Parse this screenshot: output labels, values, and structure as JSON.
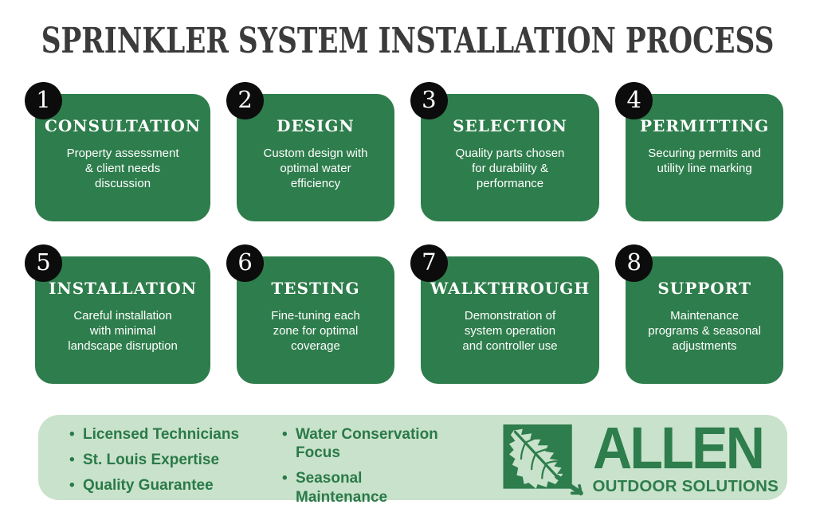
{
  "title": "SPRINKLER SYSTEM INSTALLATION PROCESS",
  "steps": [
    {
      "number": "1",
      "title": "CONSULTATION",
      "description": "Property assessment\n& client needs\ndiscussion"
    },
    {
      "number": "2",
      "title": "DESIGN",
      "description": "Custom design with\noptimal water\nefficiency"
    },
    {
      "number": "3",
      "title": "SELECTION",
      "description": "Quality parts chosen\nfor durability &\nperformance"
    },
    {
      "number": "4",
      "title": "PERMITTING",
      "description": "Securing permits and\nutility line marking"
    },
    {
      "number": "5",
      "title": "INSTALLATION",
      "description": "Careful installation\nwith minimal\nlandscape disruption"
    },
    {
      "number": "6",
      "title": "TESTING",
      "description": "Fine-tuning each\nzone for optimal\ncoverage"
    },
    {
      "number": "7",
      "title": "WALKTHROUGH",
      "description": "Demonstration of\nsystem operation\nand controller use"
    },
    {
      "number": "8",
      "title": "SUPPORT",
      "description": "Maintenance\nprograms & seasonal\nadjustments"
    }
  ],
  "footer": {
    "bullet": "•",
    "highlights_left": [
      "Licensed Technicians",
      "St. Louis Expertise",
      "Quality Guarantee"
    ],
    "highlights_right": [
      "Water Conservation\nFocus",
      "Seasonal Maintenance"
    ]
  },
  "logo": {
    "name": "ALLEN",
    "tagline": "OUTDOOR SOLUTIONS",
    "icon": "leaf-icon"
  },
  "colors": {
    "card_green": "#2e7d4c",
    "footer_light_green": "#c9e2cb",
    "badge_black": "#0c0c0c",
    "title_gray": "#3b3b3b",
    "text_white": "#ffffff",
    "footer_text_green": "#2a7a49"
  }
}
